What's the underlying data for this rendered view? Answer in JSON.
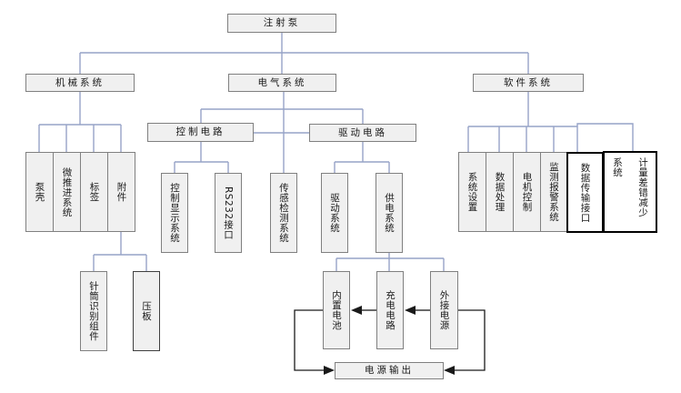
{
  "diagram": {
    "type": "tree-flowchart",
    "title_meaning": "注射泵",
    "nodes": {
      "injection_pump": {
        "label": "注射泵"
      },
      "mechanical_system": {
        "label": "机械系统"
      },
      "electrical_system": {
        "label": "电气系统"
      },
      "software_system": {
        "label": "软件系统"
      },
      "pump_shell": {
        "label": "泵壳"
      },
      "micro_propulsion_system": {
        "label": "微推进系统"
      },
      "label_tag": {
        "label": "标签"
      },
      "accessories": {
        "label": "附件"
      },
      "syringe_id_component": {
        "label": "针筒识别组件"
      },
      "pressure_plate": {
        "label": "压板"
      },
      "control_circuit": {
        "label": "控制电路"
      },
      "drive_circuit": {
        "label": "驱动电路"
      },
      "control_display_system": {
        "label": "控制显示系统"
      },
      "rs232_interface": {
        "label": "RS232接口"
      },
      "sensor_detection_system": {
        "label": "传感检测系统"
      },
      "drive_system": {
        "label": "驱动系统"
      },
      "power_supply_system": {
        "label": "供电系统"
      },
      "internal_battery": {
        "label": "内置电池"
      },
      "charging_circuit": {
        "label": "充电电路"
      },
      "external_power": {
        "label": "外接电源"
      },
      "power_output": {
        "label": "电源输出"
      },
      "system_settings": {
        "label": "系统设置"
      },
      "data_processing": {
        "label": "数据处理"
      },
      "motor_control": {
        "label": "电机控制"
      },
      "monitoring_alarm_system": {
        "label": "监测报警系统"
      },
      "data_transmission_interface": {
        "label": "数据传输接口"
      },
      "metering_error_reduction_system": {
        "label_column_right": "计量差错减少",
        "label_column_left": "系统"
      }
    },
    "colors": {
      "connector": "#96a3c7",
      "arrow": "#1a1a1a",
      "box_fill": "#f0f0f0",
      "box_border": "#808080",
      "emphasis_border": "#000000",
      "background": "#ffffff"
    }
  }
}
